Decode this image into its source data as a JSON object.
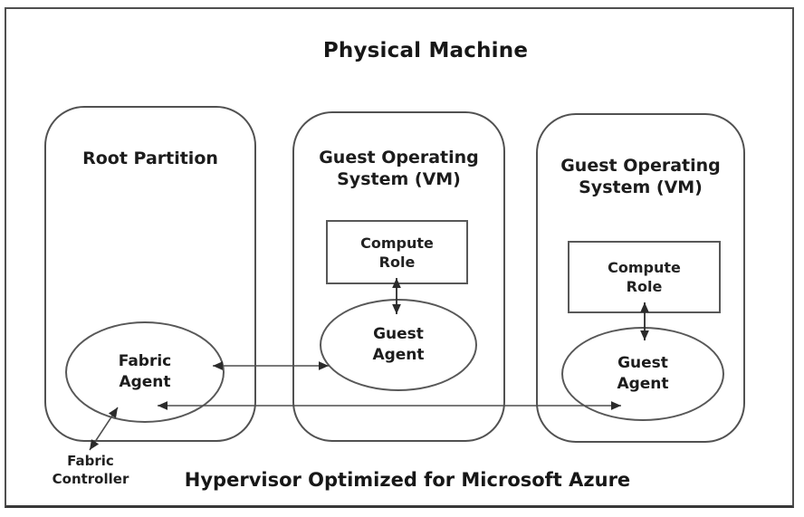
{
  "diagram": {
    "title": "Physical Machine",
    "footer": "Hypervisor Optimized for Microsoft Azure",
    "fabric_controller_label": "Fabric Controller",
    "root": {
      "label": "Root Partition",
      "agent": "Fabric Agent"
    },
    "guest1": {
      "label": "Guest Operating System (VM)",
      "compute": "Compute Role",
      "agent": "Guest Agent"
    },
    "guest2": {
      "label": "Guest Operating System (VM)",
      "compute": "Compute Role",
      "agent": "Guest Agent"
    },
    "connections": [
      "Fabric Agent <-> Guest Agent (VM 1)",
      "Fabric Agent <-> Guest Agent (VM 2)",
      "Fabric Controller <-> Fabric Agent",
      "Compute Role <-> Guest Agent (VM 1)",
      "Compute Role <-> Guest Agent (VM 2)"
    ],
    "colors": {
      "line": "#4f4f4f",
      "arrow": "#2b2b2b",
      "text": "#1c1c1c",
      "background": "#ffffff"
    }
  }
}
